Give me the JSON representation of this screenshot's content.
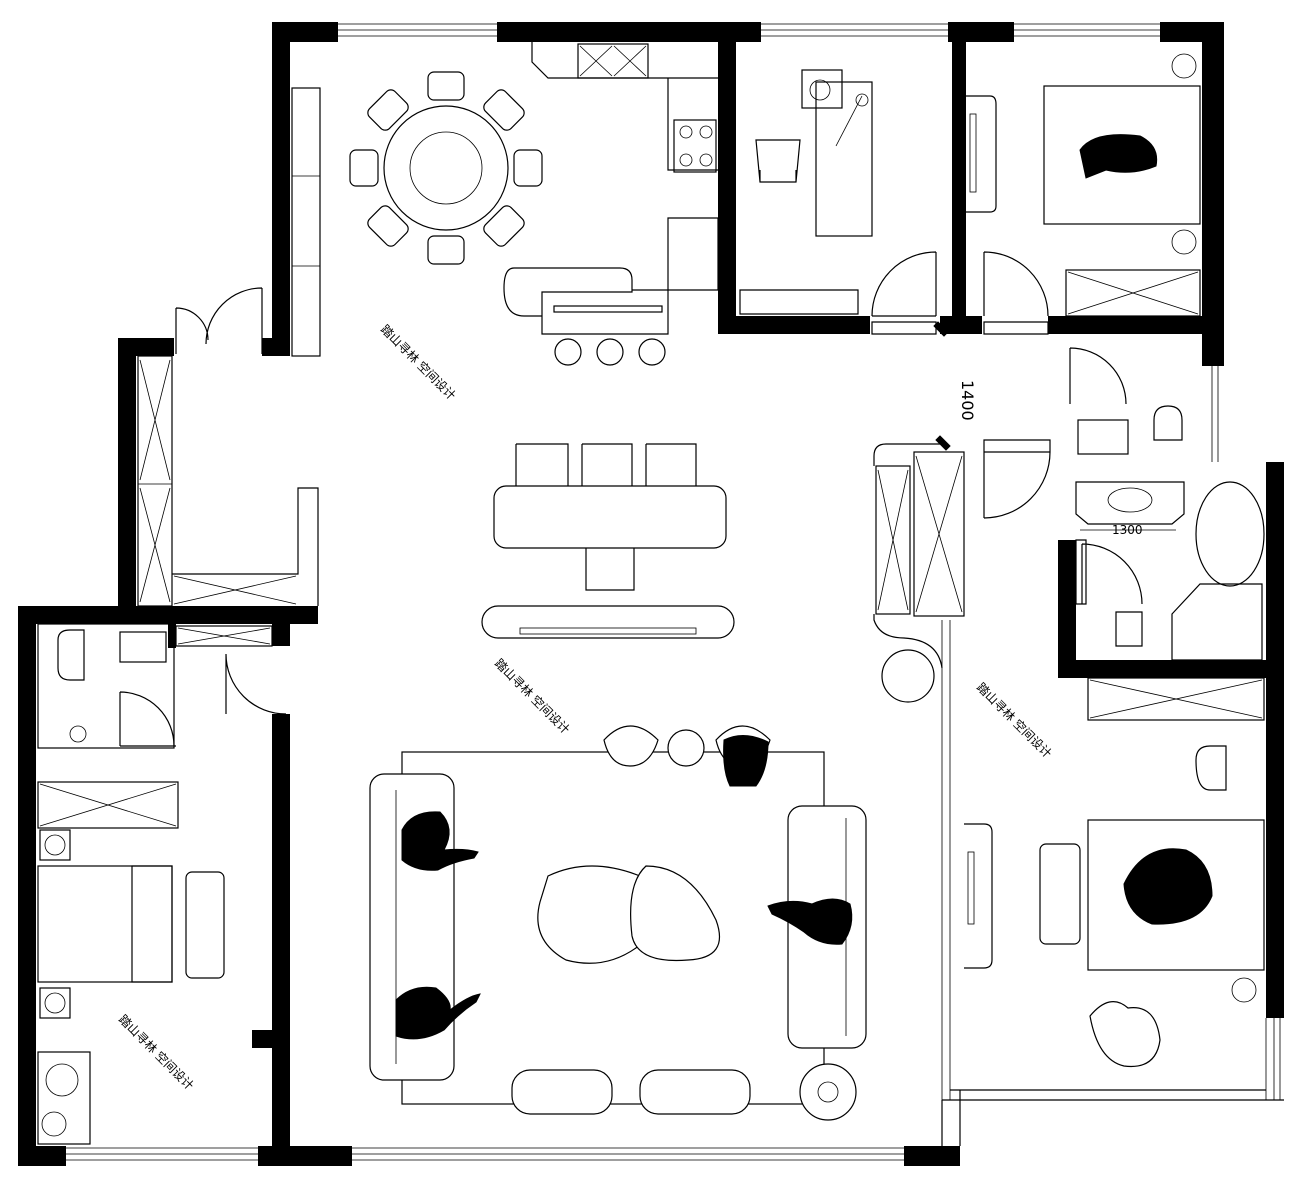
{
  "watermark_text": "踏山寻林 空间设计",
  "dimensions": {
    "corridor_width": "1400",
    "vanity_width": "1300"
  },
  "colors": {
    "wall": "#000000",
    "line": "#000000",
    "background": "#ffffff"
  }
}
